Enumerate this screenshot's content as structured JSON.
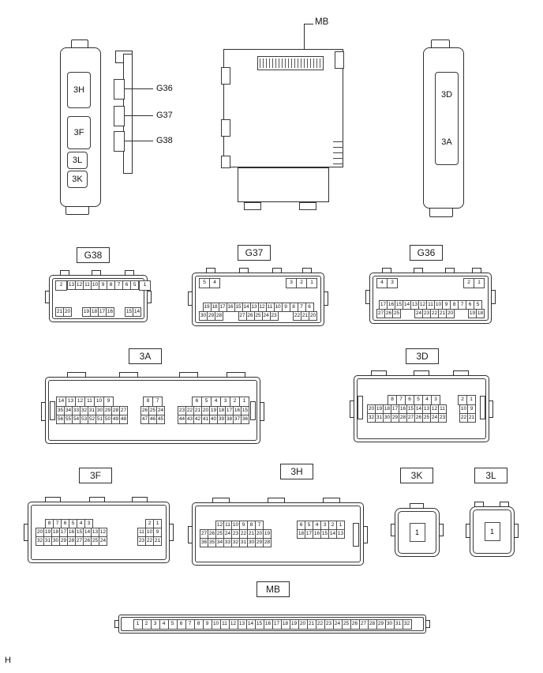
{
  "page": {
    "corner_label": "H"
  },
  "style": {
    "line_color": "#2f2f2f",
    "background": "#ffffff"
  },
  "top": {
    "mb_label": "MB",
    "left_housing_slots": [
      "3H",
      "3F",
      "3L",
      "3K"
    ],
    "side_labels": [
      "G36",
      "G37",
      "G38"
    ],
    "right_housing_slots": [
      "3D",
      "3A"
    ]
  },
  "connectors": {
    "G38": {
      "label": "G38",
      "rows": [
        {
          "groups": [
            {
              "wide": true,
              "cells": [
                "2"
              ]
            },
            {
              "cells": [
                "13",
                "12",
                "11",
                "10",
                "9",
                "8",
                "7",
                "6",
                "5"
              ]
            },
            {
              "wide": true,
              "cells": [
                "1"
              ]
            }
          ]
        },
        {
          "groups": [
            {
              "cells": [
                "21",
                "20"
              ]
            },
            {
              "cells": [
                "19",
                "18",
                "17",
                "16"
              ]
            },
            {
              "cells": [
                "15",
                "14"
              ]
            }
          ]
        }
      ]
    },
    "G37": {
      "label": "G37",
      "rows": [
        {
          "groups": [
            {
              "wide": true,
              "cells": [
                "5",
                "4"
              ]
            },
            {
              "wide": true,
              "cells": [
                "3",
                "2",
                "1"
              ]
            }
          ]
        },
        {
          "groups": [
            {
              "cells": [
                "19",
                "18",
                "17",
                "16",
                "15",
                "14",
                "13",
                "12",
                "11",
                "10",
                "9",
                "8",
                "7",
                "6"
              ]
            }
          ]
        },
        {
          "groups": [
            {
              "cells": [
                "30",
                "29",
                "28"
              ]
            },
            {
              "cells": [
                "27",
                "26",
                "25",
                "24",
                "23"
              ]
            },
            {
              "cells": [
                "22",
                "21",
                "20"
              ]
            }
          ]
        }
      ]
    },
    "G36": {
      "label": "G36",
      "rows": [
        {
          "groups": [
            {
              "wide": true,
              "cells": [
                "4",
                "3"
              ]
            },
            {
              "wide": true,
              "cells": [
                "2",
                "1"
              ]
            }
          ]
        },
        {
          "groups": [
            {
              "cells": [
                "17",
                "16",
                "15",
                "14",
                "13",
                "12",
                "11",
                "10",
                "9",
                "8",
                "7",
                "6",
                "5"
              ]
            }
          ]
        },
        {
          "groups": [
            {
              "cells": [
                "27",
                "26",
                "25"
              ]
            },
            {
              "cells": [
                "24",
                "23",
                "22",
                "21",
                "20"
              ]
            },
            {
              "cells": [
                "19",
                "18"
              ]
            }
          ]
        }
      ]
    },
    "3A": {
      "label": "3A",
      "rows": [
        {
          "groups": [
            {
              "cells": [
                "14",
                "13",
                "12",
                "11",
                "10",
                "9"
              ]
            },
            {
              "cells": [
                "8",
                "7"
              ]
            },
            {
              "cells": [
                "6",
                "5",
                "4",
                "3",
                "2",
                "1"
              ]
            }
          ]
        },
        {
          "groups": [
            {
              "cells": [
                "35",
                "34",
                "33",
                "32",
                "31",
                "30",
                "29",
                "28",
                "27"
              ]
            },
            {
              "cells": [
                "26",
                "25",
                "24"
              ]
            },
            {
              "cells": [
                "23",
                "22",
                "21",
                "20",
                "19",
                "18",
                "17",
                "16",
                "15"
              ]
            }
          ]
        },
        {
          "groups": [
            {
              "cells": [
                "56",
                "55",
                "54",
                "53",
                "52",
                "51",
                "50",
                "49",
                "48"
              ]
            },
            {
              "cells": [
                "47",
                "46",
                "45"
              ]
            },
            {
              "cells": [
                "44",
                "43",
                "42",
                "41",
                "40",
                "39",
                "38",
                "37",
                "36"
              ]
            }
          ]
        }
      ]
    },
    "3D": {
      "label": "3D",
      "rows": [
        {
          "groups": [
            {
              "cells": [
                "8",
                "7",
                "6",
                "5",
                "4",
                "3"
              ]
            },
            {
              "cells": [
                "2",
                "1"
              ]
            }
          ]
        },
        {
          "groups": [
            {
              "cells": [
                "20",
                "19",
                "18",
                "17",
                "16",
                "15",
                "14",
                "13",
                "12",
                "11"
              ]
            },
            {
              "cells": [
                "10",
                "9"
              ]
            }
          ]
        },
        {
          "groups": [
            {
              "cells": [
                "32",
                "31",
                "30",
                "29",
                "28",
                "27",
                "26",
                "25",
                "24",
                "23"
              ]
            },
            {
              "cells": [
                "22",
                "21"
              ]
            }
          ]
        }
      ]
    },
    "3F": {
      "label": "3F",
      "rows": [
        {
          "groups": [
            {
              "cells": [
                "8",
                "7",
                "6",
                "5",
                "4",
                "3"
              ]
            },
            {
              "cells": [
                "2",
                "1"
              ]
            }
          ]
        },
        {
          "groups": [
            {
              "cells": [
                "20",
                "19",
                "18",
                "17",
                "16",
                "15",
                "14",
                "13",
                "12"
              ]
            },
            {
              "cells": [
                "11",
                "10",
                "9"
              ]
            }
          ]
        },
        {
          "groups": [
            {
              "cells": [
                "32",
                "31",
                "30",
                "29",
                "28",
                "27",
                "26",
                "25",
                "24"
              ]
            },
            {
              "cells": [
                "23",
                "22",
                "21"
              ]
            }
          ]
        }
      ]
    },
    "3H": {
      "label": "3H",
      "rows": [
        {
          "groups": [
            {
              "cells": [
                "12",
                "11",
                "10",
                "9",
                "8",
                "7"
              ]
            },
            {
              "cells": [
                "6",
                "5",
                "4",
                "3",
                "2",
                "1"
              ]
            }
          ]
        },
        {
          "groups": [
            {
              "cells": [
                "27",
                "26",
                "25",
                "24",
                "23",
                "22",
                "21",
                "20",
                "19"
              ]
            },
            {
              "cells": [
                "18",
                "17",
                "16",
                "15",
                "14",
                "13"
              ]
            }
          ]
        },
        {
          "groups": [
            {
              "cells": [
                "36",
                "35",
                "34",
                "33",
                "32",
                "31",
                "30",
                "29",
                "28"
              ]
            }
          ]
        }
      ]
    },
    "3K": {
      "label": "3K",
      "rows": [
        {
          "groups": [
            {
              "wide": true,
              "cells": [
                "1"
              ]
            }
          ]
        }
      ]
    },
    "3L": {
      "label": "3L",
      "rows": [
        {
          "groups": [
            {
              "wide": true,
              "cells": [
                "1"
              ]
            }
          ]
        }
      ]
    },
    "MB": {
      "label": "MB",
      "rows": [
        {
          "groups": [
            {
              "cells": [
                "1",
                "2",
                "3",
                "4",
                "5",
                "6",
                "7",
                "8",
                "9",
                "10",
                "11",
                "12",
                "13",
                "14",
                "15",
                "16",
                "17",
                "18",
                "19",
                "20",
                "21",
                "22",
                "23",
                "24",
                "25",
                "26",
                "27",
                "28",
                "29",
                "30",
                "31",
                "32"
              ]
            }
          ]
        }
      ]
    }
  }
}
